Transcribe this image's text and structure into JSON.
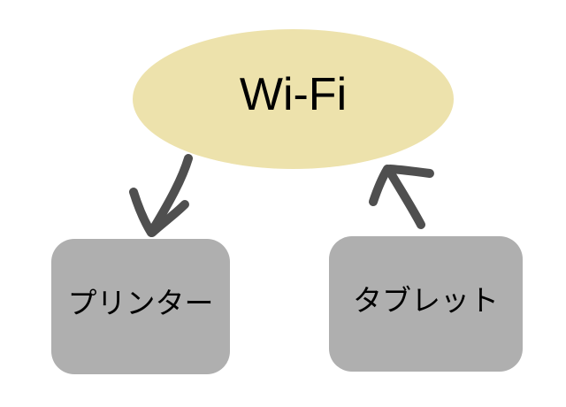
{
  "diagram": {
    "nodes": {
      "wifi": {
        "label": "Wi-Fi",
        "shape": "ellipse",
        "fill": "#EDE2AC"
      },
      "printer": {
        "label": "プリンター",
        "shape": "rounded-rectangle",
        "fill": "#AFAFAF"
      },
      "tablet": {
        "label": "タブレット",
        "shape": "rounded-rectangle",
        "fill": "#AFAFAF"
      }
    },
    "edges": [
      {
        "from": "wifi",
        "to": "printer",
        "style": "hand-drawn-arrow",
        "direction": "down-left"
      },
      {
        "from": "tablet",
        "to": "wifi",
        "style": "hand-drawn-arrow",
        "direction": "up-left"
      }
    ],
    "colors": {
      "background": "#FFFFFF",
      "ellipse_fill": "#EDE2AC",
      "box_fill": "#AFAFAF",
      "arrow_stroke": "#4F4F4F",
      "text": "#000000"
    }
  }
}
